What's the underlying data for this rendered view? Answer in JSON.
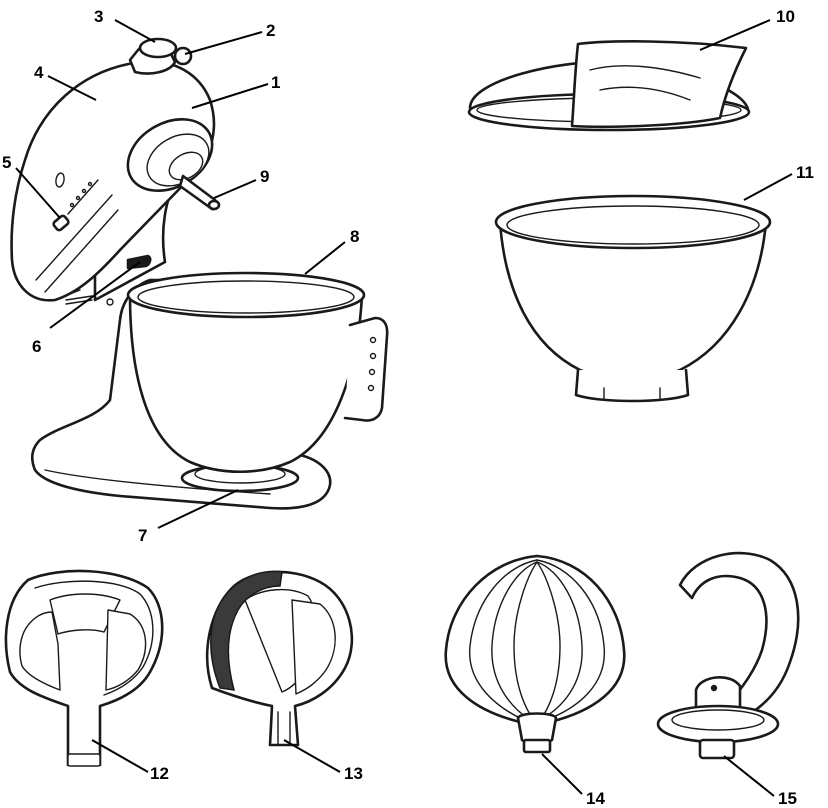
{
  "diagram": {
    "callouts": [
      {
        "id": "1",
        "label": "1"
      },
      {
        "id": "2",
        "label": "2"
      },
      {
        "id": "3",
        "label": "3"
      },
      {
        "id": "4",
        "label": "4"
      },
      {
        "id": "5",
        "label": "5"
      },
      {
        "id": "6",
        "label": "6"
      },
      {
        "id": "7",
        "label": "7"
      },
      {
        "id": "8",
        "label": "8"
      },
      {
        "id": "9",
        "label": "9"
      },
      {
        "id": "10",
        "label": "10"
      },
      {
        "id": "11",
        "label": "11"
      },
      {
        "id": "12",
        "label": "12"
      },
      {
        "id": "13",
        "label": "13"
      },
      {
        "id": "14",
        "label": "14"
      },
      {
        "id": "15",
        "label": "15"
      }
    ],
    "colors": {
      "line": "#1a1a1a",
      "background": "#ffffff",
      "scraper_edge": "#3a3a3a"
    }
  }
}
